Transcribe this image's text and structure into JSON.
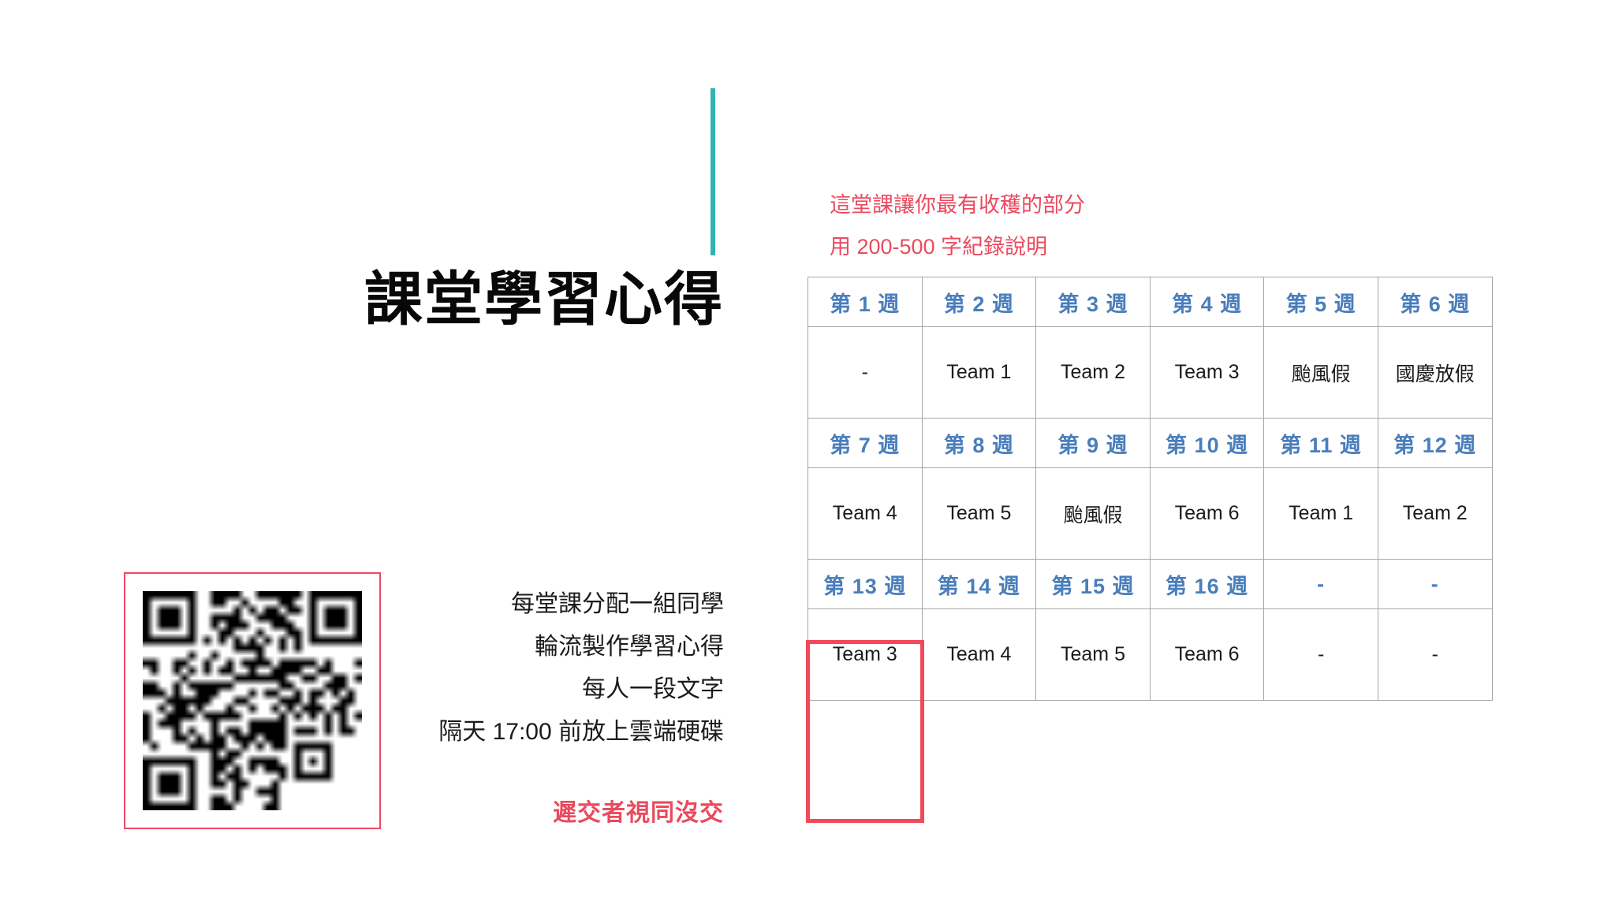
{
  "slide": {
    "title": "課堂學習心得",
    "accent_color": "#2fb3b3",
    "header_blue": "#4a7ebc",
    "alert_red": "#ea4a5f",
    "highlight_red": "#f2495c"
  },
  "qr": {
    "label": "qr-code"
  },
  "instructions": {
    "lines": [
      "每堂課分配一組同學",
      "輪流製作學習心得",
      "每人一段文字",
      "隔天 17:00 前放上雲端硬碟"
    ],
    "warning": "遲交者視同沒交"
  },
  "notes": {
    "lines": [
      "這堂課讓你最有收穫的部分",
      "用 200-500 字紀錄說明"
    ]
  },
  "schedule": {
    "rows": [
      {
        "type": "header",
        "cells": [
          "第 1 週",
          "第 2 週",
          "第 3 週",
          "第 4 週",
          "第 5 週",
          "第 6 週"
        ]
      },
      {
        "type": "data",
        "cells": [
          "-",
          "Team 1",
          "Team 2",
          "Team 3",
          "颱風假",
          "國慶放假"
        ]
      },
      {
        "type": "header",
        "cells": [
          "第 7 週",
          "第 8 週",
          "第 9 週",
          "第 10 週",
          "第 11 週",
          "第 12 週"
        ]
      },
      {
        "type": "data",
        "cells": [
          "Team 4",
          "Team 5",
          "颱風假",
          "Team 6",
          "Team 1",
          "Team 2"
        ]
      },
      {
        "type": "header",
        "cells": [
          "第 13 週",
          "第 14 週",
          "第 15 週",
          "第 16 週",
          "-",
          "-"
        ]
      },
      {
        "type": "data",
        "cells": [
          "Team 3",
          "Team 4",
          "Team 5",
          "Team 6",
          "-",
          "-"
        ]
      }
    ]
  }
}
